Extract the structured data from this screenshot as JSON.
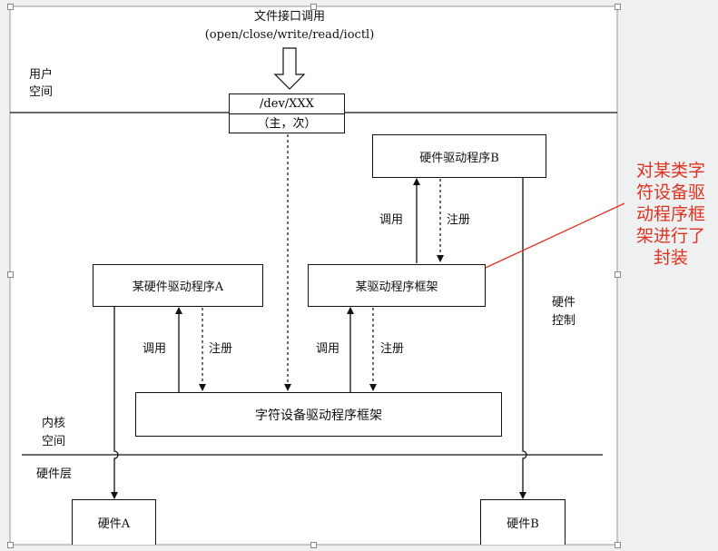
{
  "title": {
    "line1": "文件接口调用",
    "line2": "(open/close/write/read/ioctl)"
  },
  "layers": {
    "user_space_1": "用户",
    "user_space_2": "空间",
    "kernel_space_1": "内核",
    "kernel_space_2": "空间",
    "hardware_layer": "硬件层"
  },
  "device_node": {
    "path": "/dev/XXX",
    "numbers": "（主，次）"
  },
  "boxes": {
    "driver_b": "硬件驱动程序B",
    "driver_a": "某硬件驱动程序A",
    "some_framework": "某驱动程序框架",
    "char_framework_prefix": "字符设备驱动程序",
    "char_framework_suffix": "框架",
    "hardware_a": "硬件A",
    "hardware_b": "硬件B"
  },
  "edge_labels": {
    "call_top": "调用",
    "register_top": "注册",
    "call_left": "调用",
    "register_left": "注册",
    "call_mid": "调用",
    "register_mid": "注册",
    "hw_control_1": "硬件",
    "hw_control_2": "控制"
  },
  "annotation": {
    "lines": [
      "对某类字",
      "符设备驱",
      "动程序框",
      "架进行了",
      "封装"
    ],
    "color": "#e0321f"
  }
}
